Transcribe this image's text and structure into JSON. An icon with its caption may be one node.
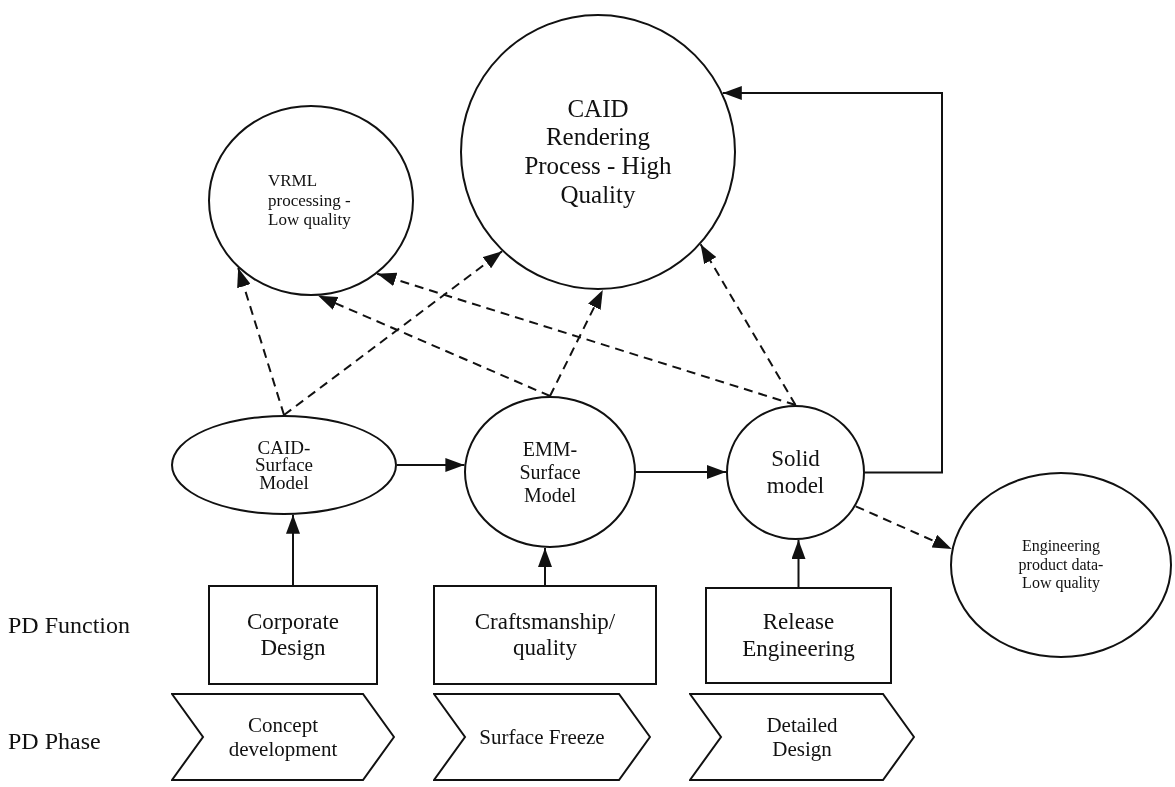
{
  "diagram": {
    "nodes": [
      {
        "text": [
          "VRML processing - Low quality"
        ]
      },
      {
        "text": [
          "CAID Rendering Process - High Quality"
        ]
      },
      {
        "text": [
          "CAID-Surface Model"
        ]
      },
      {
        "text": [
          "EMM-Surface Model"
        ]
      },
      {
        "text": [
          "Solid model"
        ]
      },
      {
        "text": [
          "Engineering product data-Low quality"
        ]
      },
      {
        "text": [
          "Corporate Design"
        ]
      },
      {
        "text": [
          "Craftsmanship/ quality"
        ]
      },
      {
        "text": [
          "Release Engineering"
        ]
      },
      {
        "text": [
          "Concept development"
        ]
      },
      {
        "text": [
          "Surface Freeze"
        ]
      },
      {
        "text": [
          "Detailed Design"
        ]
      }
    ],
    "edges": [
      {
        "from": 2,
        "to": 0,
        "arrow": "to",
        "style": "dashed"
      },
      {
        "from": 2,
        "to": 1,
        "arrow": "to",
        "style": "dashed"
      },
      {
        "from": 3,
        "to": 0,
        "arrow": "to",
        "style": "dashed"
      },
      {
        "from": 3,
        "to": 1,
        "arrow": "to",
        "style": "dashed"
      },
      {
        "from": 4,
        "to": 0,
        "arrow": "to",
        "style": "dashed"
      },
      {
        "from": 4,
        "to": 1,
        "arrow": "to",
        "style": "dashed"
      },
      {
        "from": 2,
        "to": 3,
        "arrow": "to"
      },
      {
        "from": 3,
        "to": 4,
        "arrow": "to"
      },
      {
        "from": 4,
        "to": 1,
        "arrow": "to"
      },
      {
        "from": 4,
        "to": 5,
        "arrow": "to",
        "style": "dashed"
      },
      {
        "from": 6,
        "to": 2,
        "arrow": "to"
      },
      {
        "from": 7,
        "to": 3,
        "arrow": "to"
      },
      {
        "from": 8,
        "to": 4,
        "arrow": "to"
      }
    ],
    "labels": [
      "PD Function",
      "PD Phase"
    ]
  }
}
